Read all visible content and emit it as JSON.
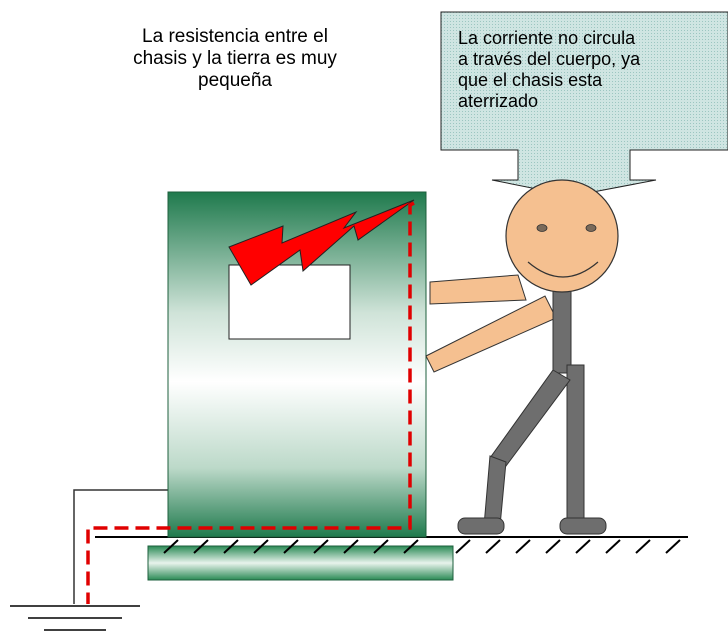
{
  "left_caption": {
    "lines": [
      "La resistencia entre el",
      "chasis y la tierra es muy",
      "pequeña"
    ]
  },
  "callout": {
    "lines": [
      "La corriente no circula",
      "a través del cuerpo, ya",
      "que el chasis  esta",
      "aterrizado"
    ]
  },
  "colors": {
    "chassis_green": "#1f7a4d",
    "fault_path": "#e00000",
    "lightning": "#ff0000",
    "skin": "#f5c090",
    "limbs": "#6e6e6e",
    "callout_fill": "#cfe5e2"
  },
  "icons": {
    "lightning": "lightning-bolt-icon",
    "ground": "ground-symbol-icon",
    "person": "stick-figure"
  }
}
